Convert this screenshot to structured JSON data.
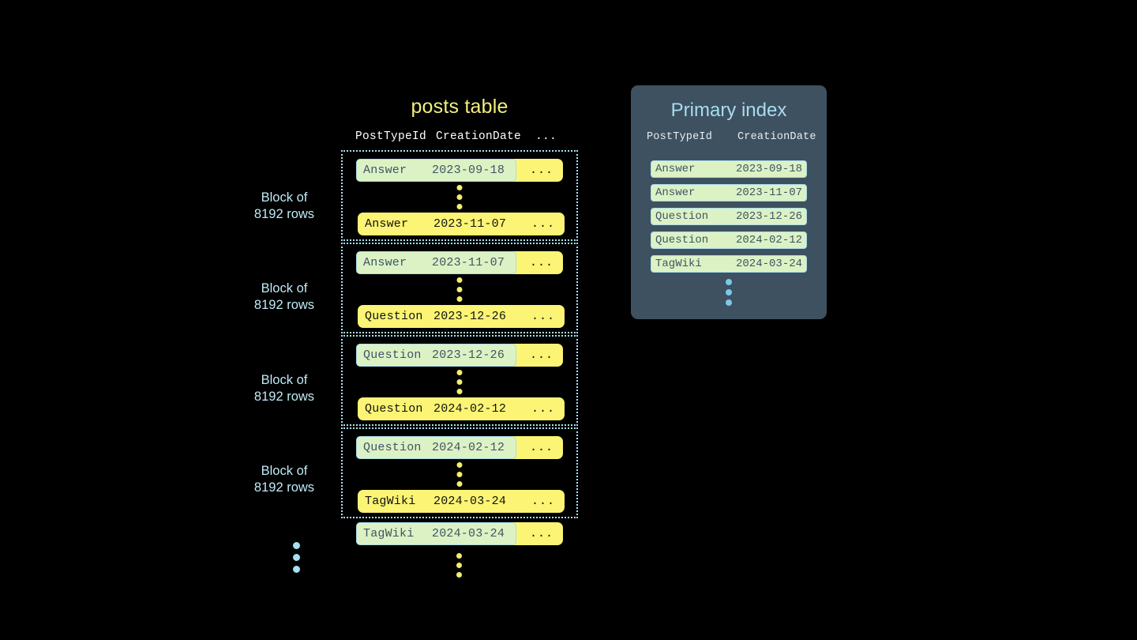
{
  "posts_table": {
    "title": "posts table",
    "columns": [
      "PostTypeId",
      "CreationDate",
      "..."
    ],
    "more_cell": "...",
    "block_label": "Block of\n8192 rows",
    "block_label_line1": "Block of",
    "block_label_line2": "8192 rows",
    "blocks": [
      {
        "label": "Block of 8192 rows",
        "first_row": {
          "post_type_id": "Answer",
          "creation_date": "2023-09-18",
          "more": "...",
          "highlighted": true
        },
        "last_row": {
          "post_type_id": "Answer",
          "creation_date": "2023-11-07",
          "more": "...",
          "highlighted": false
        }
      },
      {
        "label": "Block of 8192 rows",
        "first_row": {
          "post_type_id": "Answer",
          "creation_date": "2023-11-07",
          "more": "...",
          "highlighted": true
        },
        "last_row": {
          "post_type_id": "Question",
          "creation_date": "2023-12-26",
          "more": "...",
          "highlighted": false
        }
      },
      {
        "label": "Block of 8192 rows",
        "first_row": {
          "post_type_id": "Question",
          "creation_date": "2023-12-26",
          "more": "...",
          "highlighted": true
        },
        "last_row": {
          "post_type_id": "Question",
          "creation_date": "2024-02-12",
          "more": "...",
          "highlighted": false
        }
      },
      {
        "label": "Block of 8192 rows",
        "first_row": {
          "post_type_id": "Question",
          "creation_date": "2024-02-12",
          "more": "...",
          "highlighted": true
        },
        "last_row": {
          "post_type_id": "TagWiki",
          "creation_date": "2024-03-24",
          "more": "...",
          "highlighted": false
        }
      }
    ],
    "trailing_row": {
      "post_type_id": "TagWiki",
      "creation_date": "2024-03-24",
      "more": "...",
      "highlighted": true
    }
  },
  "primary_index": {
    "title": "Primary index",
    "columns": [
      "PostTypeId",
      "CreationDate"
    ],
    "rows": [
      {
        "post_type_id": "Answer",
        "creation_date": "2023-09-18"
      },
      {
        "post_type_id": "Answer",
        "creation_date": "2023-11-07"
      },
      {
        "post_type_id": "Question",
        "creation_date": "2023-12-26"
      },
      {
        "post_type_id": "Question",
        "creation_date": "2024-02-12"
      },
      {
        "post_type_id": "TagWiki",
        "creation_date": "2024-03-24"
      }
    ]
  },
  "colors": {
    "background": "#000000",
    "row_yellow": "#fbf474",
    "highlight_green": "#ddf2c4",
    "highlight_border": "#a8dcea",
    "block_border": "#a8e4f0",
    "posts_title": "#f2f07a",
    "index_panel_bg": "#3e5160",
    "index_title": "#a8dcf0",
    "label_blue": "#bfeaf5",
    "dot_yellow": "#f2ee6e",
    "dot_blue": "#a5dff2"
  }
}
